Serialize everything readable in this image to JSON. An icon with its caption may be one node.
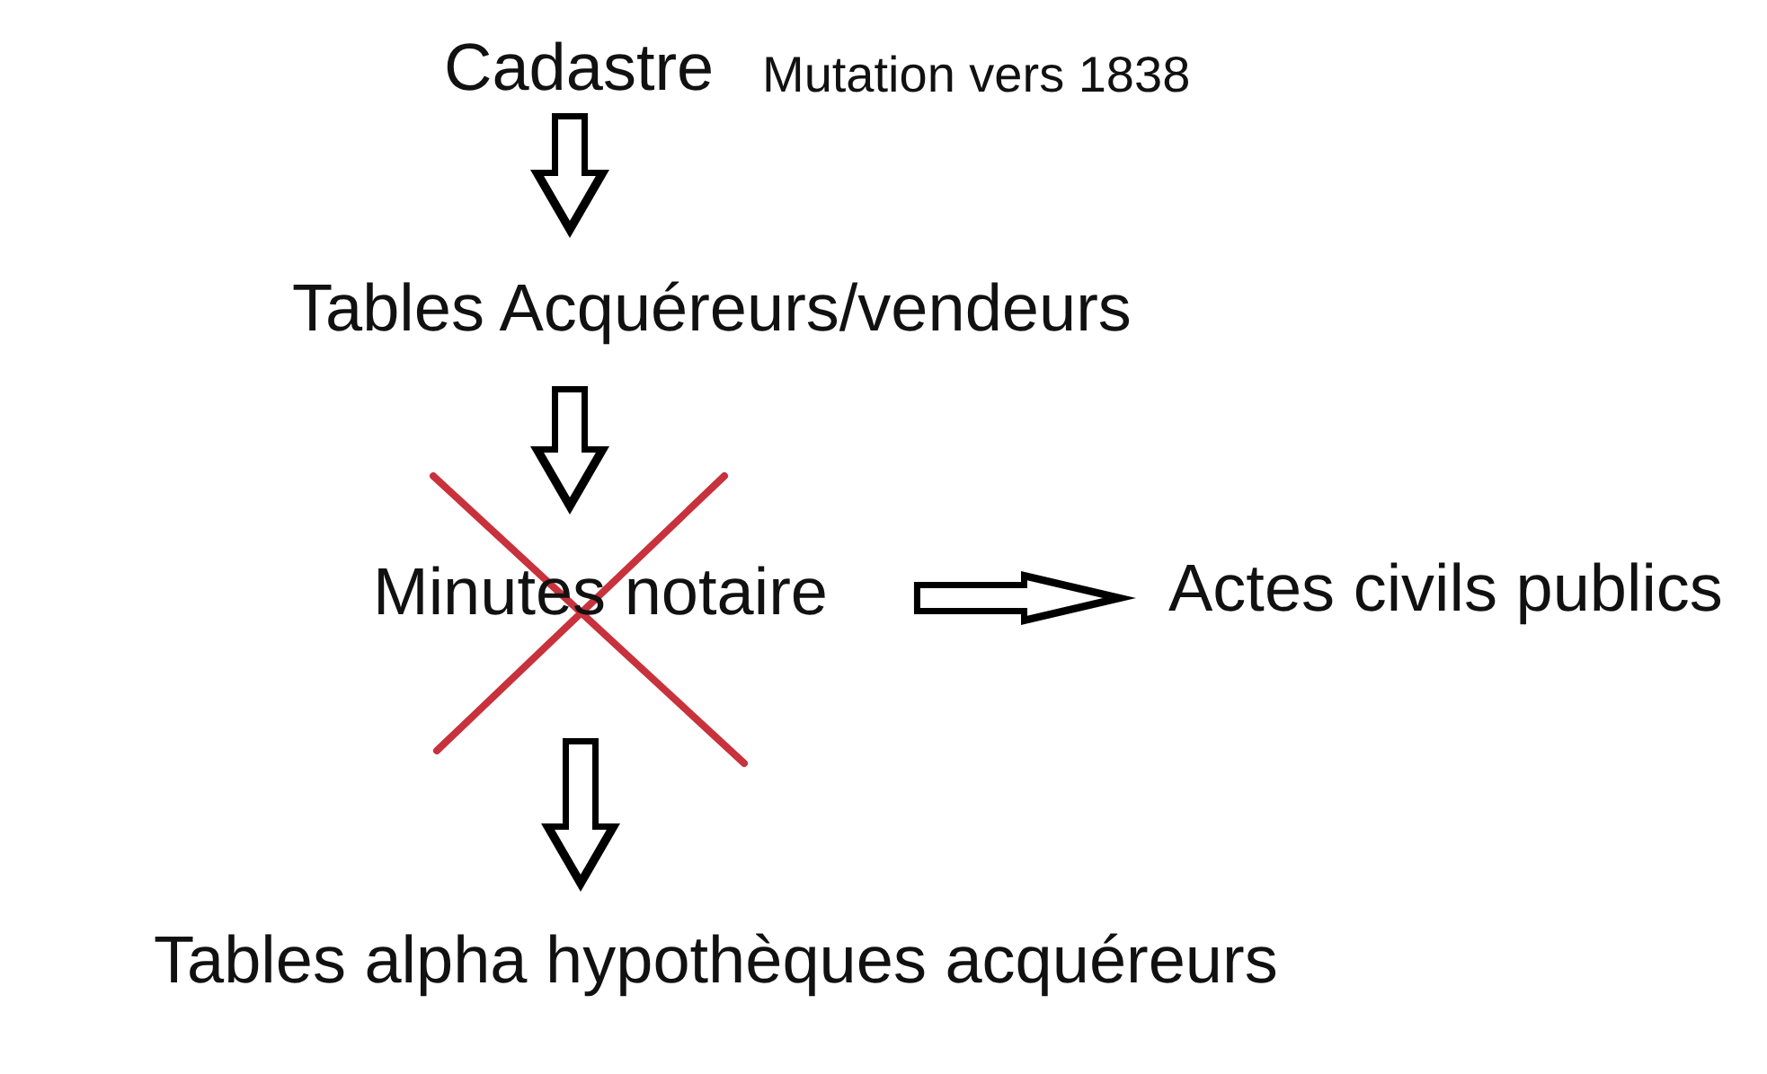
{
  "diagram": {
    "nodes": [
      {
        "text": [
          "Cadastre"
        ],
        "beside": [
          "Mutation vers 1838"
        ]
      },
      {
        "text": [
          "Tables Acquéreurs/vendeurs"
        ]
      },
      {
        "text": [
          "Minutes notaire"
        ]
      },
      {
        "text": [
          "Actes civils publics"
        ]
      },
      {
        "text": [
          "Tables alpha hypothèques acquéreurs"
        ]
      }
    ],
    "edges": [
      {
        "from": 0,
        "to": 1,
        "arrow": "to"
      },
      {
        "from": 1,
        "to": 2,
        "arrow": "to"
      },
      {
        "from": 2,
        "to": 4,
        "arrow": "to"
      },
      {
        "from": 2,
        "to": 3,
        "arrow": "to"
      }
    ]
  }
}
